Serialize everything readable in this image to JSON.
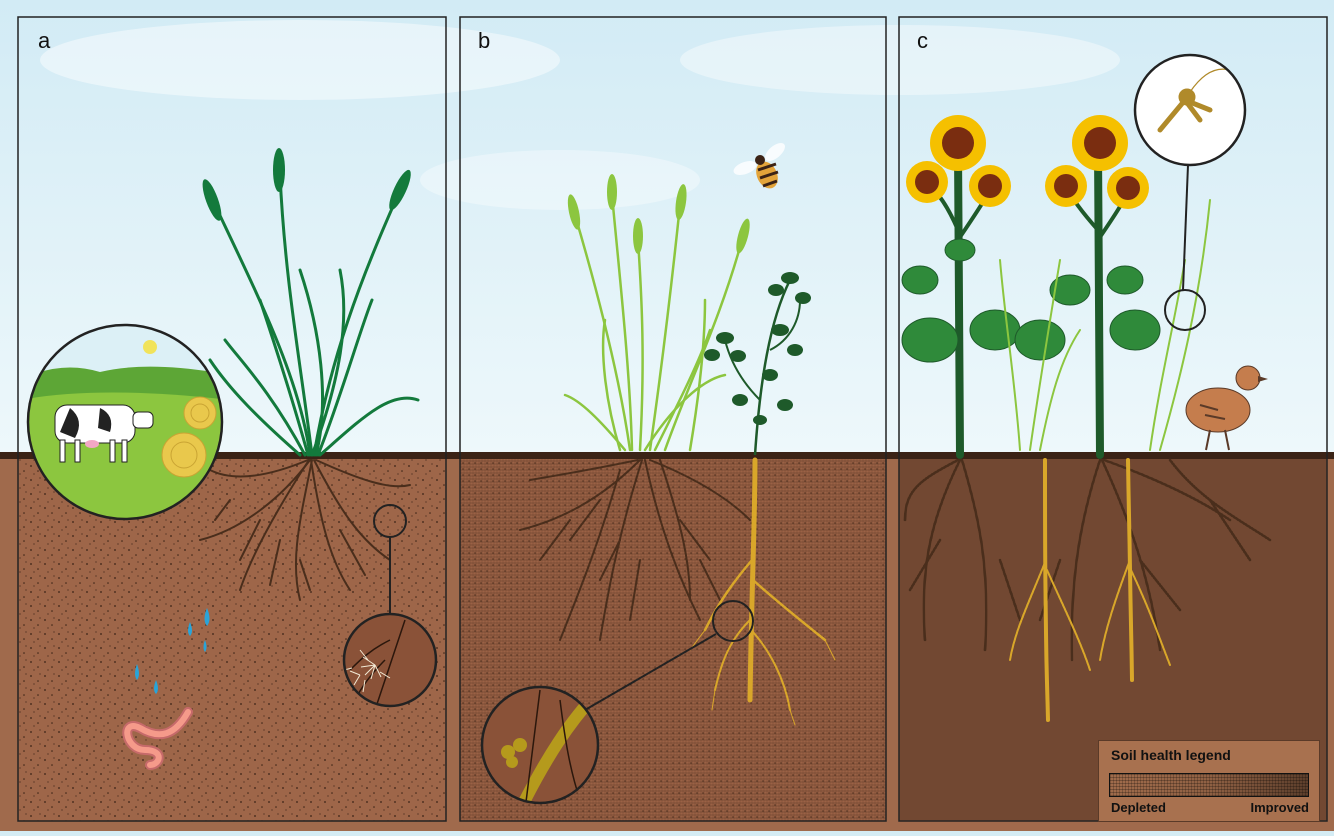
{
  "panels": [
    {
      "label": "a"
    },
    {
      "label": "b"
    },
    {
      "label": "c"
    }
  ],
  "legend": {
    "title": "Soil health legend",
    "low_label": "Depleted",
    "high_label": "Improved"
  },
  "colors": {
    "sky": "#e4f3f9",
    "soil": "#9c6447",
    "soil_dark": "#3b2316",
    "root_dark": "#4a2e1c",
    "taproot": "#d9a72a",
    "grass_dark": "#137a3c",
    "grass_light": "#8cc63f",
    "legume": "#1e5a2a",
    "sunflower_petal": "#f5c000",
    "sunflower_center": "#7a2d10"
  }
}
